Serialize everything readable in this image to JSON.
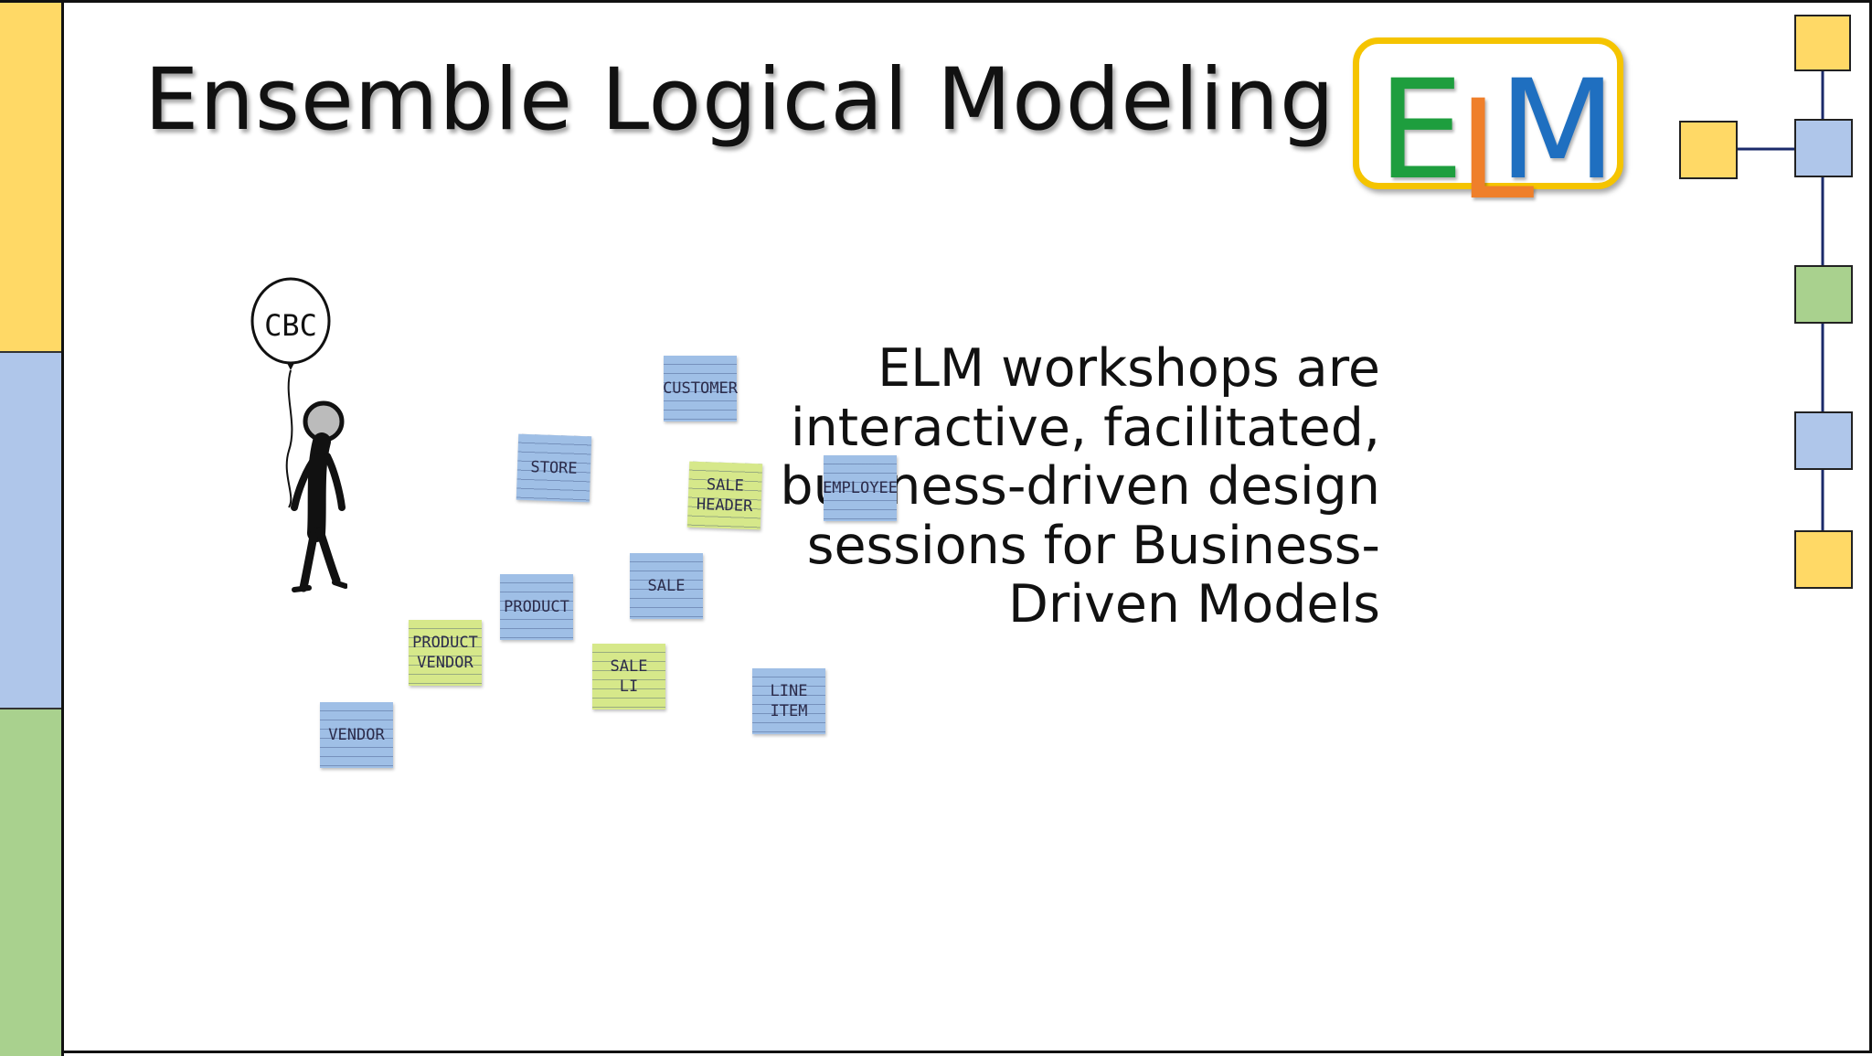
{
  "slide": {
    "title": "Ensemble Logical Modeling",
    "logo": {
      "letters": [
        "E",
        "L",
        "M"
      ],
      "colors": {
        "E": "#1e9e3e",
        "L": "#ef7f2a",
        "M": "#1f6fc0",
        "border": "#f5c400"
      }
    },
    "body_text": "ELM workshops are interactive, facilitated, business-driven design sessions for Business-Driven Models",
    "balloon_label": "CBC",
    "notes": [
      {
        "label": "CUSTOMER",
        "color": "blue"
      },
      {
        "label": "STORE",
        "color": "blue"
      },
      {
        "label": "SALE\nHEADER",
        "color": "green"
      },
      {
        "label": "EMPLOYEE",
        "color": "blue"
      },
      {
        "label": "SALE",
        "color": "blue"
      },
      {
        "label": "PRODUCT",
        "color": "blue"
      },
      {
        "label": "PRODUCT\nVENDOR",
        "color": "green"
      },
      {
        "label": "SALE\nLI",
        "color": "green"
      },
      {
        "label": "LINE\nITEM",
        "color": "blue"
      },
      {
        "label": "VENDOR",
        "color": "blue"
      }
    ]
  },
  "theme": {
    "yellow": "#ffd966",
    "blue": "#afc6ea",
    "green": "#a9d18e",
    "note_blue": "#9fbfe6",
    "note_green": "#d6e88a"
  }
}
